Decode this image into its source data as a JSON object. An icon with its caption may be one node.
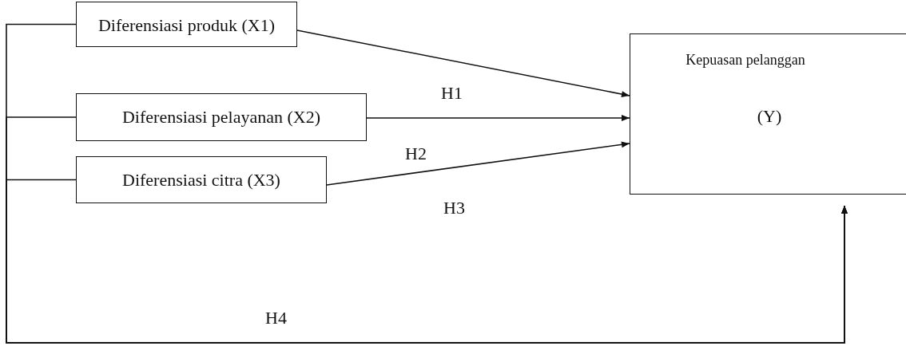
{
  "diagram": {
    "nodes": [
      {
        "text": [
          "Diferensiasi produk (X1)"
        ]
      },
      {
        "text": [
          "Diferensiasi pelayanan (X2)"
        ]
      },
      {
        "text": [
          "Diferensiasi citra (X3)"
        ]
      },
      {
        "text": [
          "Kepuasan pelanggan",
          "(Y)"
        ]
      }
    ],
    "edges": [
      {
        "from": 0,
        "to": 3,
        "arrow": "to",
        "label": "H1"
      },
      {
        "from": 1,
        "to": 3,
        "arrow": "to",
        "label": "H2"
      },
      {
        "from": 2,
        "to": 3,
        "arrow": "to",
        "label": "H3"
      },
      {
        "from": 0,
        "to": 3,
        "arrow": "to",
        "label": "H4"
      },
      {
        "from": 1,
        "to": 3,
        "arrow": "to"
      },
      {
        "from": 2,
        "to": 3,
        "arrow": "to"
      }
    ]
  }
}
